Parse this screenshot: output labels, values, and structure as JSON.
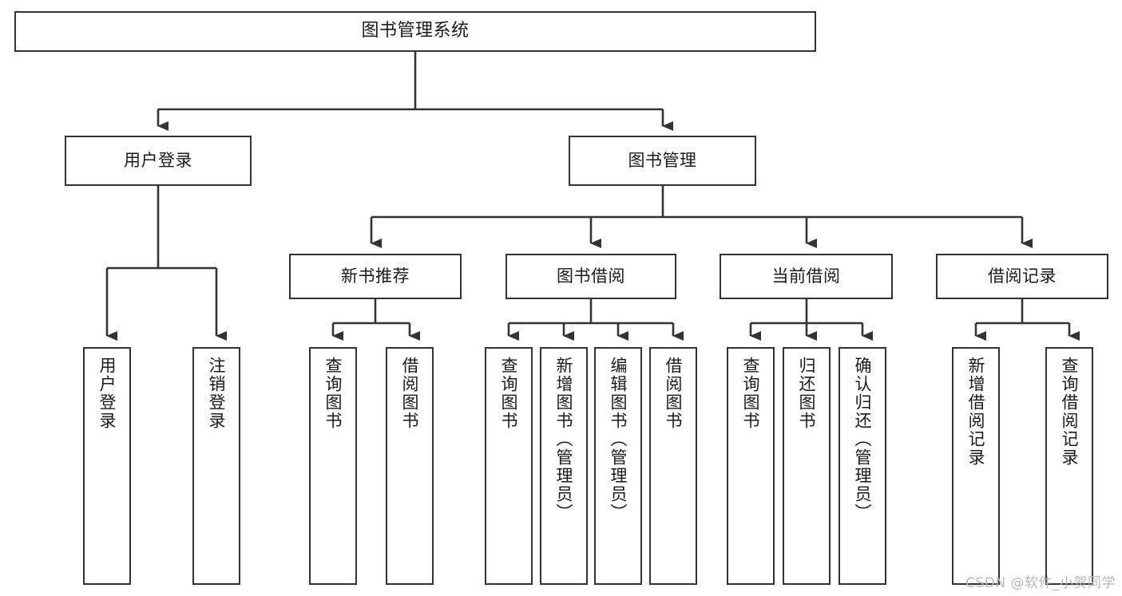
{
  "diagram": {
    "type": "tree-hierarchy",
    "title": "图书管理系统",
    "orientation": "top-down",
    "line_color": "#333333",
    "box_fill": "#ffffff",
    "text_color": "#1a1a1a",
    "root": {
      "id": "root",
      "label": "图书管理系统",
      "level": 1,
      "text_direction": "horizontal"
    },
    "level2": [
      {
        "id": "user-login",
        "label": "用户登录",
        "level": 2,
        "text_direction": "horizontal"
      },
      {
        "id": "book-management",
        "label": "图书管理",
        "level": 2,
        "text_direction": "horizontal"
      }
    ],
    "level3": [
      {
        "id": "new-book-recommend",
        "label": "新书推荐",
        "level": 3,
        "parent": "book-management",
        "text_direction": "horizontal"
      },
      {
        "id": "book-borrow",
        "label": "图书借阅",
        "level": 3,
        "parent": "book-management",
        "text_direction": "horizontal"
      },
      {
        "id": "current-borrow",
        "label": "当前借阅",
        "level": 3,
        "parent": "book-management",
        "text_direction": "horizontal"
      },
      {
        "id": "borrow-record",
        "label": "借阅记录",
        "level": 3,
        "parent": "book-management",
        "text_direction": "horizontal"
      }
    ],
    "leaves": [
      {
        "id": "leaf-user-login",
        "label": "用户登录",
        "parent": "user-login",
        "text_direction": "vertical"
      },
      {
        "id": "leaf-user-logout",
        "label": "注销登录",
        "parent": "user-login",
        "text_direction": "vertical"
      },
      {
        "id": "leaf-query-book-1",
        "label": "查询图书",
        "parent": "new-book-recommend",
        "text_direction": "vertical"
      },
      {
        "id": "leaf-borrow-book-1",
        "label": "借阅图书",
        "parent": "new-book-recommend",
        "text_direction": "vertical"
      },
      {
        "id": "leaf-query-book-2",
        "label": "查询图书",
        "parent": "book-borrow",
        "text_direction": "vertical"
      },
      {
        "id": "leaf-add-book",
        "label": "新增图书（管理员）",
        "parent": "book-borrow",
        "text_direction": "vertical"
      },
      {
        "id": "leaf-edit-book",
        "label": "编辑图书（管理员）",
        "parent": "book-borrow",
        "text_direction": "vertical"
      },
      {
        "id": "leaf-borrow-book-2",
        "label": "借阅图书",
        "parent": "book-borrow",
        "text_direction": "vertical"
      },
      {
        "id": "leaf-query-book-3",
        "label": "查询图书",
        "parent": "current-borrow",
        "text_direction": "vertical"
      },
      {
        "id": "leaf-return-book",
        "label": "归还图书",
        "parent": "current-borrow",
        "text_direction": "vertical"
      },
      {
        "id": "leaf-confirm-return",
        "label": "确认归还（管理员）",
        "parent": "current-borrow",
        "text_direction": "vertical"
      },
      {
        "id": "leaf-add-record",
        "label": "新增借阅记录",
        "parent": "borrow-record",
        "text_direction": "vertical"
      },
      {
        "id": "leaf-query-record",
        "label": "查询借阅记录",
        "parent": "borrow-record",
        "text_direction": "vertical"
      }
    ]
  },
  "watermark": {
    "text": "CSDN @软件_小贺同学"
  }
}
